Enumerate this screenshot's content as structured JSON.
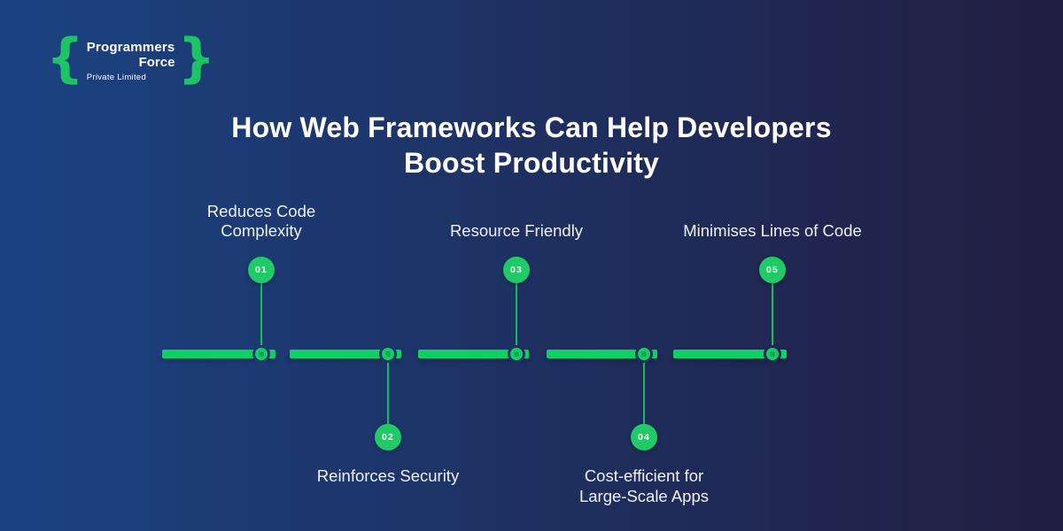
{
  "logo": {
    "brace_left": "{",
    "brace_right": "}",
    "name_line1": "Programmers",
    "name_line2": "Force",
    "subtitle": "Private Limited"
  },
  "title": {
    "line1": "How Web Frameworks Can Help Developers",
    "line2": "Boost Productivity"
  },
  "items": [
    {
      "number": "01",
      "label": "Reduces Code Complexity",
      "position": "top"
    },
    {
      "number": "02",
      "label": "Reinforces Security",
      "position": "bottom"
    },
    {
      "number": "03",
      "label": "Resource Friendly",
      "position": "top"
    },
    {
      "number": "04",
      "label": "Cost-efficient for Large-Scale Apps",
      "position": "bottom"
    },
    {
      "number": "05",
      "label": "Minimises Lines of Code",
      "position": "top"
    }
  ],
  "colors": {
    "accent_green": "#10cf65",
    "node_green": "#1fca67",
    "background_left": "#1b4382",
    "background_right": "#221e41",
    "text": "#ffffff"
  }
}
